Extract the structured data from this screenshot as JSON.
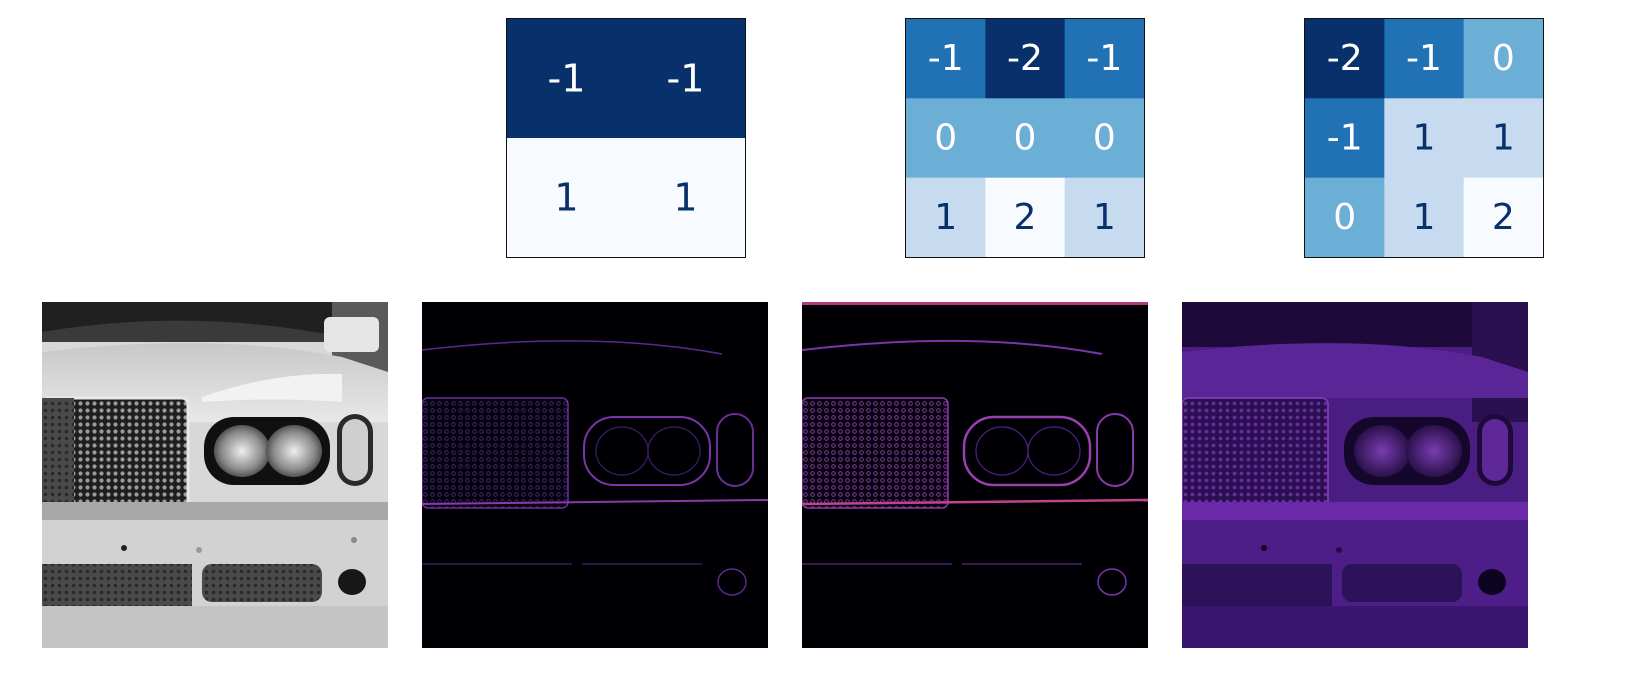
{
  "chart_data": [
    {
      "type": "heatmap",
      "rows": 2,
      "cols": 2,
      "values": [
        [
          -1,
          -1
        ],
        [
          1,
          1
        ]
      ],
      "colormap": "Blues"
    },
    {
      "type": "heatmap",
      "rows": 3,
      "cols": 3,
      "values": [
        [
          -1,
          -2,
          -1
        ],
        [
          0,
          0,
          0
        ],
        [
          1,
          2,
          1
        ]
      ],
      "colormap": "Blues"
    },
    {
      "type": "heatmap",
      "rows": 3,
      "cols": 3,
      "values": [
        [
          -2,
          -1,
          0
        ],
        [
          -1,
          1,
          1
        ],
        [
          0,
          1,
          2
        ]
      ],
      "colormap": "Blues"
    }
  ],
  "images": [
    {
      "content": "grayscale photo of the front of a white car"
    },
    {
      "content": "edge response of the car photo for kernel 1"
    },
    {
      "content": "edge response of the car photo for kernel 2"
    },
    {
      "content": "edge response of the car photo for kernel 3"
    }
  ],
  "colors": {
    "dark": "#08306b",
    "light_text": "#ffffff",
    "dark_text": "#08306b",
    "frame": "#111111"
  }
}
